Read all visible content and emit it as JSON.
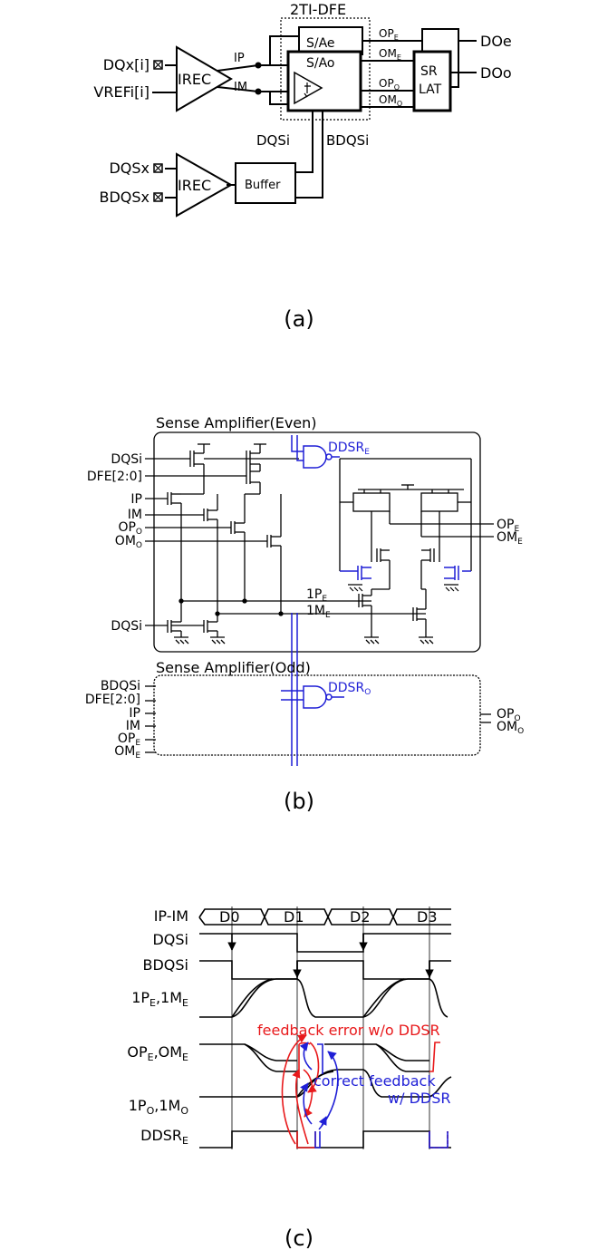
{
  "panels": {
    "a": {
      "label": "(a)",
      "title": "2TI-DFE",
      "inputs": [
        "DQx[i]",
        "VREFi[i]",
        "DQSx",
        "BDQSx"
      ],
      "blocks": [
        "IREC",
        "IREC",
        "Buffer",
        "S/Ae",
        "S/Ao",
        "SR",
        "LAT"
      ],
      "nets": [
        "IP",
        "IM",
        "DQSi",
        "BDQSi"
      ],
      "sa_outputs": [
        {
          "base": "OP",
          "sub": "E"
        },
        {
          "base": "OM",
          "sub": "E"
        },
        {
          "base": "OP",
          "sub": "O"
        },
        {
          "base": "OM",
          "sub": "O"
        }
      ],
      "outputs": [
        "DOe",
        "DOo"
      ]
    },
    "b": {
      "label": "(b)",
      "even_title": "Sense Amplifier(Even)",
      "odd_title": "Sense Amplifier(Odd)",
      "even_inputs": [
        "DQSi",
        "DFE[2:0]",
        "IP",
        "IM"
      ],
      "even_inputs_sub": [
        {
          "base": "OP",
          "sub": "O"
        },
        {
          "base": "OM",
          "sub": "O"
        }
      ],
      "even_bottom_input": "DQSi",
      "even_outputs": [
        {
          "base": "OP",
          "sub": "E"
        },
        {
          "base": "OM",
          "sub": "E"
        }
      ],
      "ddsr_even": {
        "base": "DDSR",
        "sub": "E"
      },
      "internal": [
        {
          "base": "1P",
          "sub": "E"
        },
        {
          "base": "1M",
          "sub": "E"
        }
      ],
      "odd_inputs": [
        "BDQSi",
        "DFE[2:0]",
        "IP",
        "IM"
      ],
      "odd_inputs_sub": [
        {
          "base": "OP",
          "sub": "E"
        },
        {
          "base": "OM",
          "sub": "E"
        }
      ],
      "odd_outputs": [
        {
          "base": "OP",
          "sub": "O"
        },
        {
          "base": "OM",
          "sub": "O"
        }
      ],
      "ddsr_odd": {
        "base": "DDSR",
        "sub": "O"
      }
    },
    "c": {
      "label": "(c)",
      "signals": [
        {
          "base": "IP-IM",
          "sub": ""
        },
        {
          "base": "DQSi",
          "sub": ""
        },
        {
          "base": "BDQSi",
          "sub": ""
        },
        {
          "base": "1P",
          "sub": "E",
          "base2": ",1M",
          "sub2": "E"
        },
        {
          "base": "OP",
          "sub": "E",
          "base2": ",OM",
          "sub2": "E"
        },
        {
          "base": "1P",
          "sub": "O",
          "base2": ",1M",
          "sub2": "O"
        },
        {
          "base": "DDSR",
          "sub": "E"
        }
      ],
      "data_symbols": [
        "D0",
        "D1",
        "D2",
        "D3"
      ],
      "error_note": "feedback error w/o DDSR",
      "correct_note_1": "correct feedback",
      "correct_note_2": "w/ DDSR",
      "colors": {
        "error": "#e8191b",
        "correct": "#1f1fd6"
      }
    }
  }
}
